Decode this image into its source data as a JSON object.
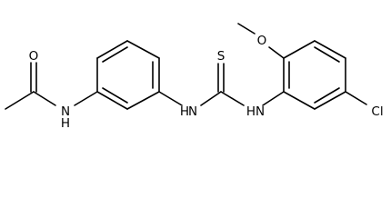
{
  "molecule": {
    "atoms": {
      "o_carbonyl": "O",
      "n_amide": "N",
      "h_amide": "H",
      "n_left": "N",
      "h_left": "H",
      "s_thio": "S",
      "n_right": "N",
      "h_right": "H",
      "o_methoxy": "O",
      "cl": "Cl"
    }
  }
}
